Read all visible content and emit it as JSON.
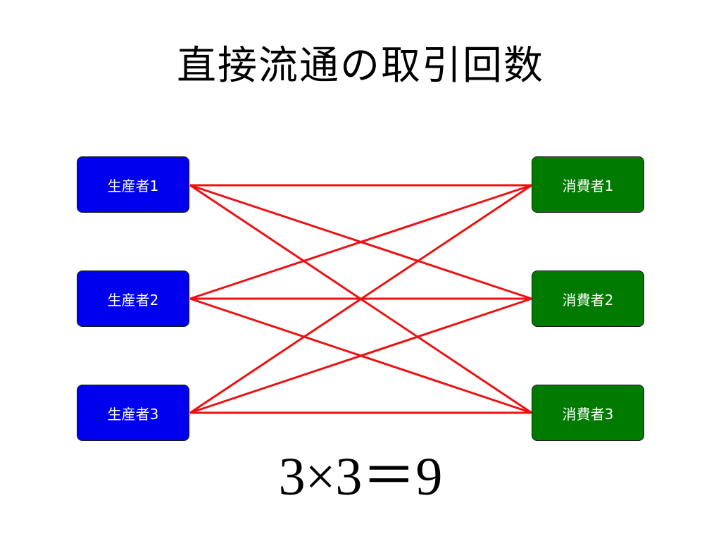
{
  "title": "直接流通の取引回数",
  "producers": [
    {
      "label": "生産者1"
    },
    {
      "label": "生産者2"
    },
    {
      "label": "生産者3"
    }
  ],
  "consumers": [
    {
      "label": "消費者1"
    },
    {
      "label": "消費者2"
    },
    {
      "label": "消費者3"
    }
  ],
  "formula": "3×3＝9",
  "colors": {
    "producer": "#0000ee",
    "consumer": "#007a00",
    "link": "#ee1111"
  }
}
